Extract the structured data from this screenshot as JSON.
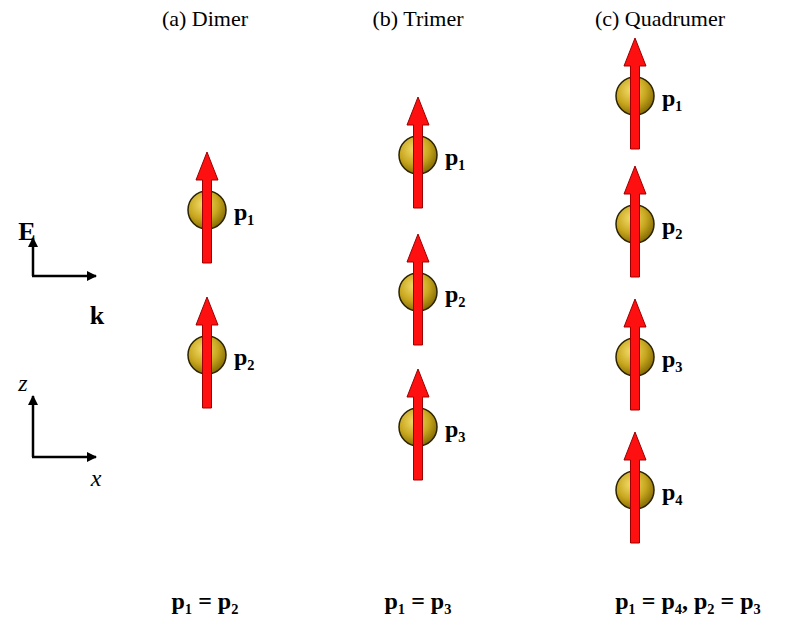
{
  "diagram": {
    "nodes": [
      {
        "text": [
          "p₁"
        ]
      },
      {
        "text": [
          "p₂"
        ]
      },
      {
        "text": [
          "p₁"
        ]
      },
      {
        "text": [
          "p₂"
        ]
      },
      {
        "text": [
          "p₃"
        ]
      },
      {
        "text": [
          "p₁"
        ]
      },
      {
        "text": [
          "p₂"
        ]
      },
      {
        "text": [
          "p₃"
        ]
      },
      {
        "text": [
          "p₄"
        ]
      }
    ],
    "labels": [
      "(a) Dimer",
      "(b) Trimer",
      "(c) Quadrumer",
      "E",
      "k",
      "z",
      "x",
      "p₁ = p₂",
      "p₁ = p₃",
      "p₁ = p₄, p₂ = p₃"
    ]
  }
}
